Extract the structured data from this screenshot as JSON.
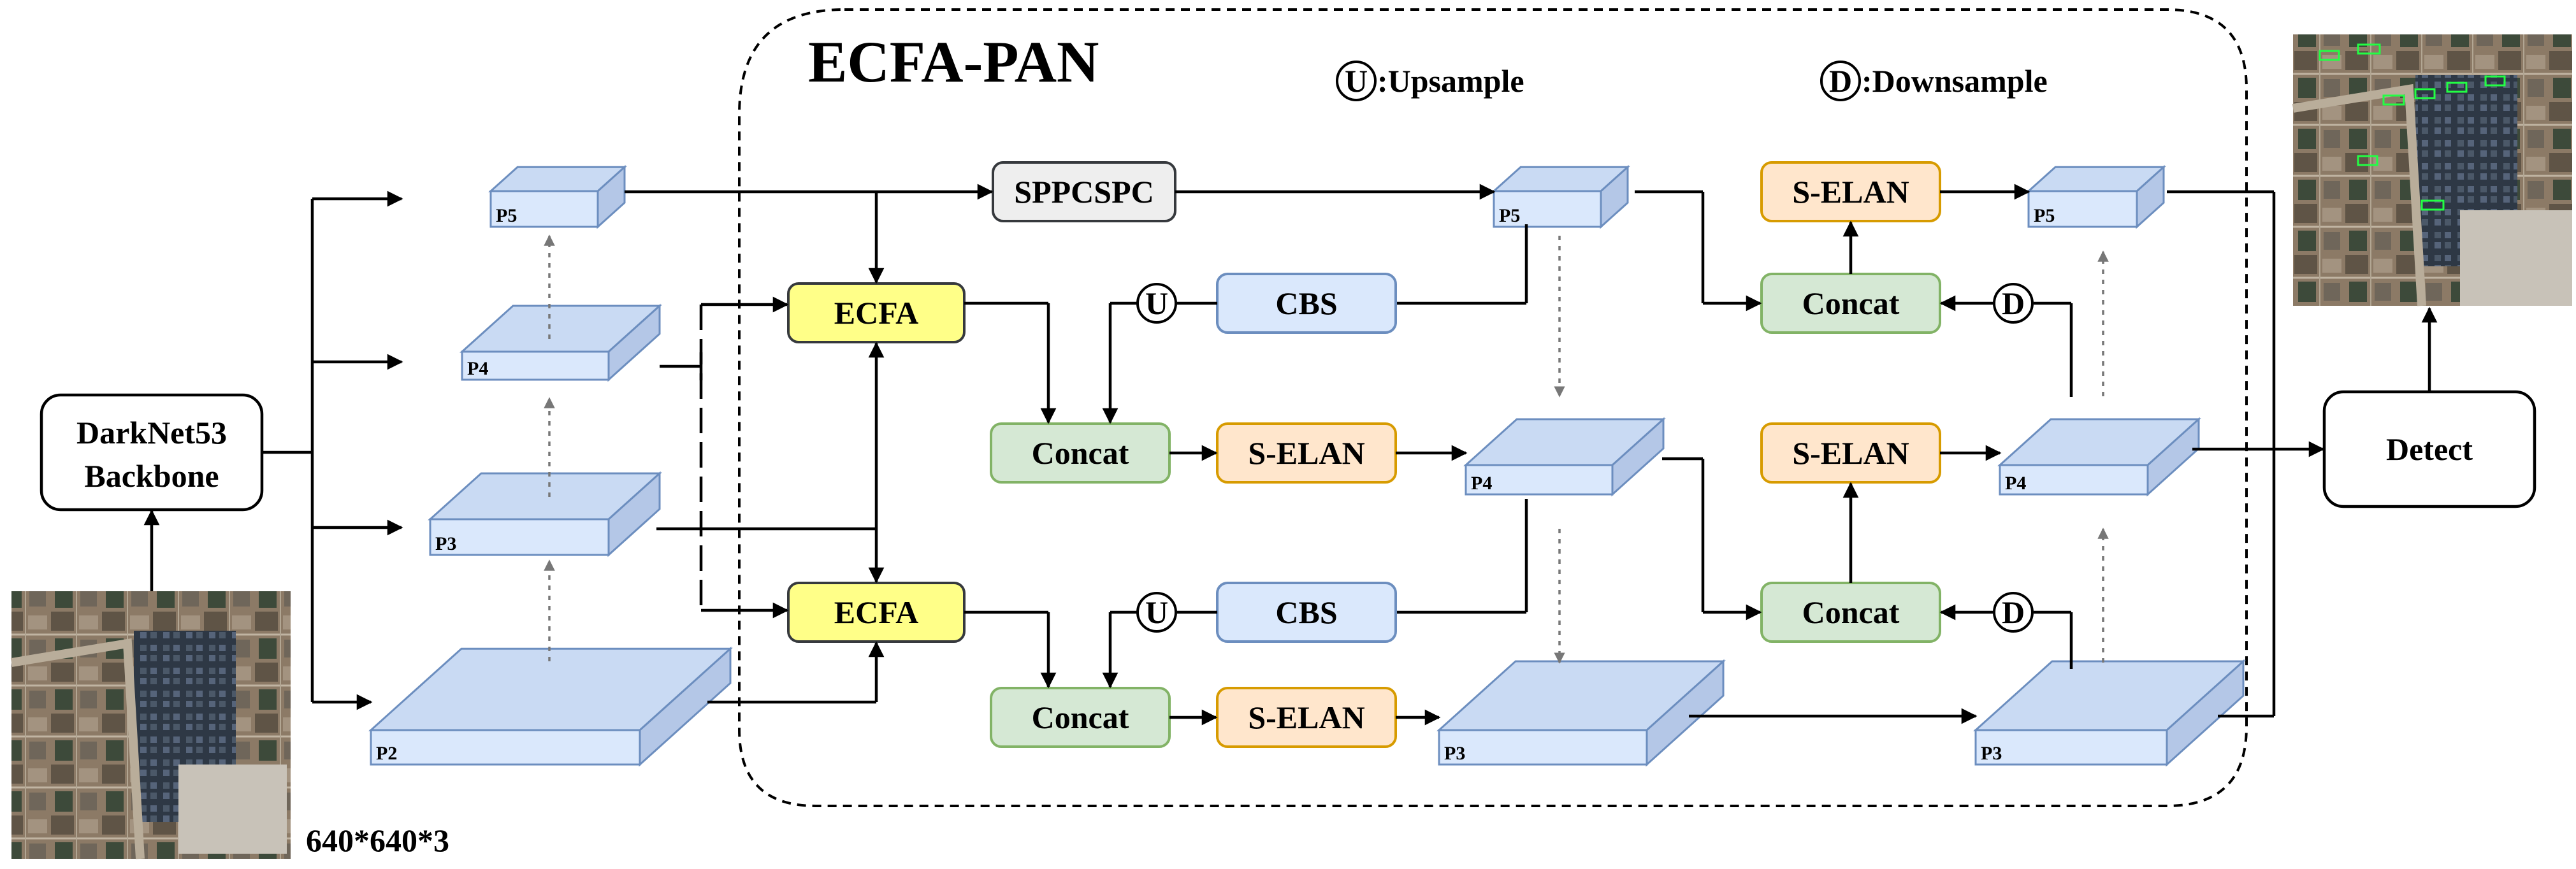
{
  "title": "ECFA-PAN",
  "legend": {
    "upsample_symbol": "U",
    "upsample_label": ":Upsample",
    "downsample_symbol": "D",
    "downsample_label": ":Downsample"
  },
  "backbone": {
    "line1": "DarkNet53",
    "line2": "Backbone"
  },
  "input_size": "640*640*3",
  "modules": {
    "sppcspc": "SPPCSPC",
    "ecfa_top": "ECFA",
    "ecfa_bottom": "ECFA",
    "cbs_top": "CBS",
    "cbs_bottom": "CBS",
    "concat_mid_top": "Concat",
    "concat_mid_bottom": "Concat",
    "selan_mid_top": "S-ELAN",
    "selan_mid_bottom": "S-ELAN",
    "selan_right_top": "S-ELAN",
    "selan_right_mid": "S-ELAN",
    "concat_right_top": "Concat",
    "concat_right_bottom": "Concat",
    "detect": "Detect"
  },
  "feature_maps": {
    "left": [
      "P5",
      "P4",
      "P3",
      "P2"
    ],
    "mid": [
      "P5",
      "P4",
      "P3"
    ],
    "right": [
      "P5",
      "P4",
      "P3"
    ]
  },
  "colors": {
    "cube_face": "#dae8fc",
    "cube_side": "#b4c7e7",
    "cube_top": "#c9daf3",
    "cube_stroke": "#6c8ebf",
    "ecfa_fill": "#ffff88",
    "ecfa_stroke": "#36393d",
    "concat_fill": "#d5e8d4",
    "concat_stroke": "#82b366",
    "selan_fill": "#ffe6cc",
    "selan_stroke": "#d79b00",
    "cbs_fill": "#dae8fc",
    "cbs_stroke": "#6c8ebf",
    "spp_fill": "#eeeeee",
    "spp_stroke": "#36393d"
  }
}
